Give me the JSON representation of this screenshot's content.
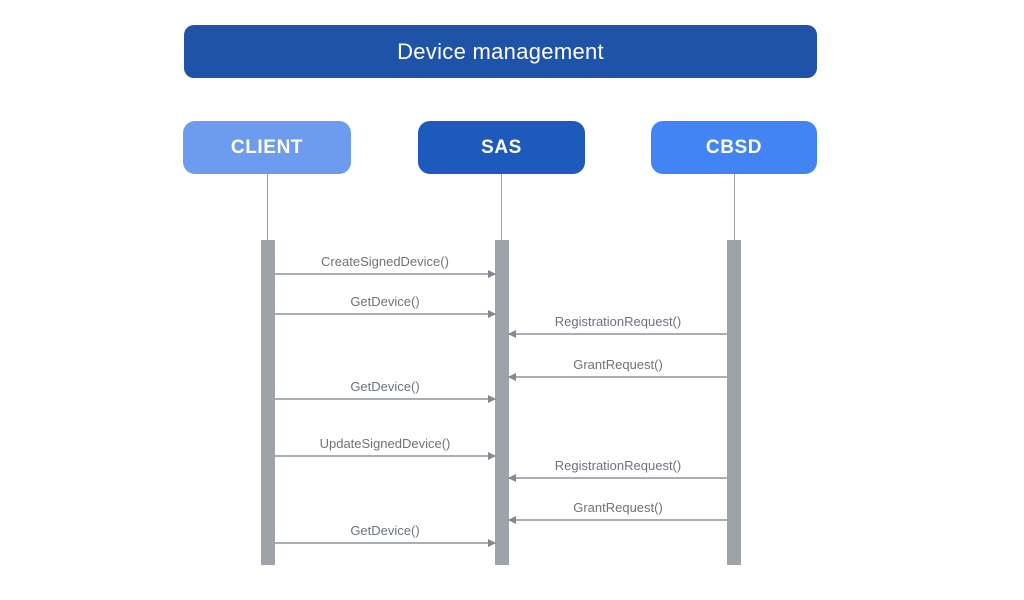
{
  "diagram": {
    "title": "Device management",
    "type": "sequence-diagram",
    "colors": {
      "background": "#FFFFFF",
      "title_bg": "#1E53A8",
      "title_text": "#FFFFFF",
      "client_bg": "#6D9CEF",
      "sas_bg": "#1D5ABC",
      "cbsd_bg": "#4384F4",
      "actor_text": "#FFFFFF",
      "lifeline": "#9EA3A9",
      "activation_bar": "#9EA3A9",
      "arrow_line": "#A9AEB4",
      "arrow_head": "#82888F",
      "message_text": "#6E7379"
    },
    "actors": [
      {
        "id": "client",
        "label": "CLIENT",
        "color": "#6D9CEF"
      },
      {
        "id": "sas",
        "label": "SAS",
        "color": "#1D5ABC"
      },
      {
        "id": "cbsd",
        "label": "CBSD",
        "color": "#4384F4"
      }
    ],
    "messages": [
      {
        "label": "CreateSignedDevice()",
        "from": "CLIENT",
        "to": "SAS"
      },
      {
        "label": "GetDevice()",
        "from": "CLIENT",
        "to": "SAS"
      },
      {
        "label": "RegistrationRequest()",
        "from": "CBSD",
        "to": "SAS"
      },
      {
        "label": "GrantRequest()",
        "from": "CBSD",
        "to": "SAS"
      },
      {
        "label": "GetDevice()",
        "from": "CLIENT",
        "to": "SAS"
      },
      {
        "label": "UpdateSignedDevice()",
        "from": "CLIENT",
        "to": "SAS"
      },
      {
        "label": "RegistrationRequest()",
        "from": "CBSD",
        "to": "SAS"
      },
      {
        "label": "GrantRequest()",
        "from": "CBSD",
        "to": "SAS"
      },
      {
        "label": "GetDevice()",
        "from": "CLIENT",
        "to": "SAS"
      }
    ]
  }
}
